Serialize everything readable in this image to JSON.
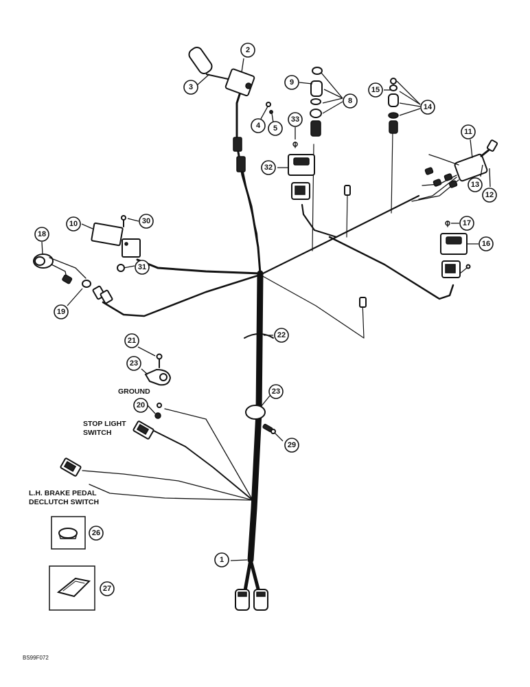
{
  "callouts": {
    "c1": "1",
    "c2": "2",
    "c3": "3",
    "c4": "4",
    "c5": "5",
    "c8": "8",
    "c9": "9",
    "c10": "10",
    "c11": "11",
    "c12": "12",
    "c13": "13",
    "c14": "14",
    "c15": "15",
    "c16": "16",
    "c17": "17",
    "c18": "18",
    "c19": "19",
    "c20": "20",
    "c21": "21",
    "c22": "22",
    "c23a": "23",
    "c23b": "23",
    "c26": "26",
    "c27": "27",
    "c29": "29",
    "c30": "30",
    "c31": "31",
    "c32": "32",
    "c33": "33"
  },
  "labels": {
    "ground": "GROUND",
    "stop_light_1": "STOP LIGHT",
    "stop_light_2": "SWITCH",
    "brake_1": "L.H. BRAKE PEDAL",
    "brake_2": "DECLUTCH SWITCH"
  },
  "figure_ref": "BS99F072"
}
